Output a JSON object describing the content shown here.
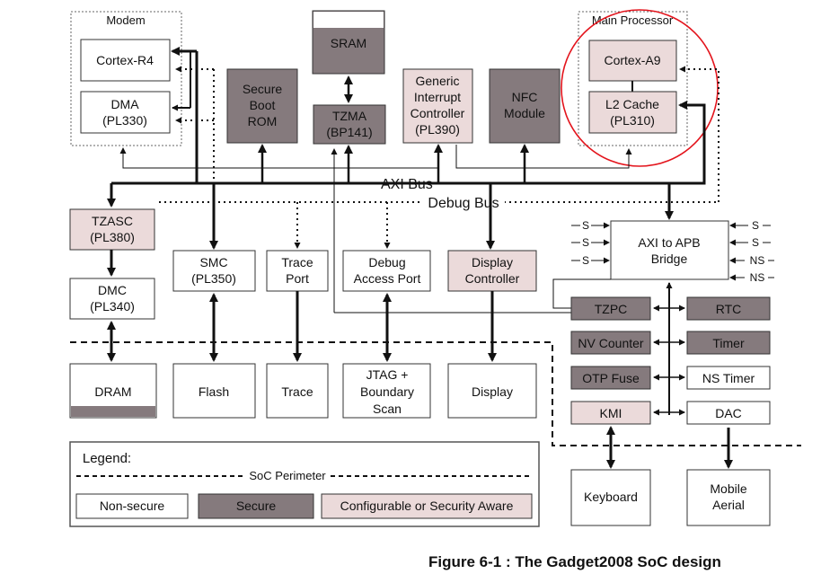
{
  "colors": {
    "secure": "#857a7d",
    "aware": "#ebdada",
    "nonsecure": "#ffffff",
    "highlight": "#e3141c"
  },
  "blocks": {
    "modem": "Modem",
    "cortex_r4": "Cortex-R4",
    "dma": [
      "DMA",
      "(PL330)"
    ],
    "sram": "SRAM",
    "secure_boot_rom": [
      "Secure",
      "Boot",
      "ROM"
    ],
    "tzma": [
      "TZMA",
      "(BP141)"
    ],
    "gic": [
      "Generic",
      "Interrupt",
      "Controller",
      "(PL390)"
    ],
    "nfc": [
      "NFC",
      "Module"
    ],
    "main_processor": "Main Processor",
    "cortex_a9": "Cortex-A9",
    "l2_cache": [
      "L2 Cache",
      "(PL310)"
    ],
    "tzasc": [
      "TZASC",
      "(PL380)"
    ],
    "dmc": [
      "DMC",
      "(PL340)"
    ],
    "smc": [
      "SMC",
      "(PL350)"
    ],
    "trace_port": [
      "Trace",
      "Port"
    ],
    "debug_access_port": [
      "Debug",
      "Access Port"
    ],
    "display_controller": [
      "Display",
      "Controller"
    ],
    "axi_apb_bridge": [
      "AXI to APB",
      "Bridge"
    ],
    "tzpc": "TZPC",
    "rtc": "RTC",
    "nv_counter": "NV Counter",
    "timer": "Timer",
    "otp_fuse": "OTP Fuse",
    "ns_timer": "NS Timer",
    "kmi": "KMI",
    "dac": "DAC",
    "dram": "DRAM",
    "flash": "Flash",
    "trace": "Trace",
    "jtag": [
      "JTAG +",
      "Boundary",
      "Scan"
    ],
    "display": "Display",
    "keyboard": "Keyboard",
    "mobile_aerial": [
      "Mobile",
      "Aerial"
    ]
  },
  "buses": {
    "axi": "AXI Bus",
    "debug": "Debug Bus"
  },
  "bridge_signals": {
    "left": [
      "S",
      "S",
      "S"
    ],
    "right": [
      "S",
      "S",
      "NS",
      "NS"
    ]
  },
  "legend": {
    "title": "Legend:",
    "perimeter": "SoC Perimeter",
    "non_secure": "Non-secure",
    "secure": "Secure",
    "aware": "Configurable or Security Aware"
  },
  "caption": "Figure 6-1 : The Gadget2008 SoC design"
}
